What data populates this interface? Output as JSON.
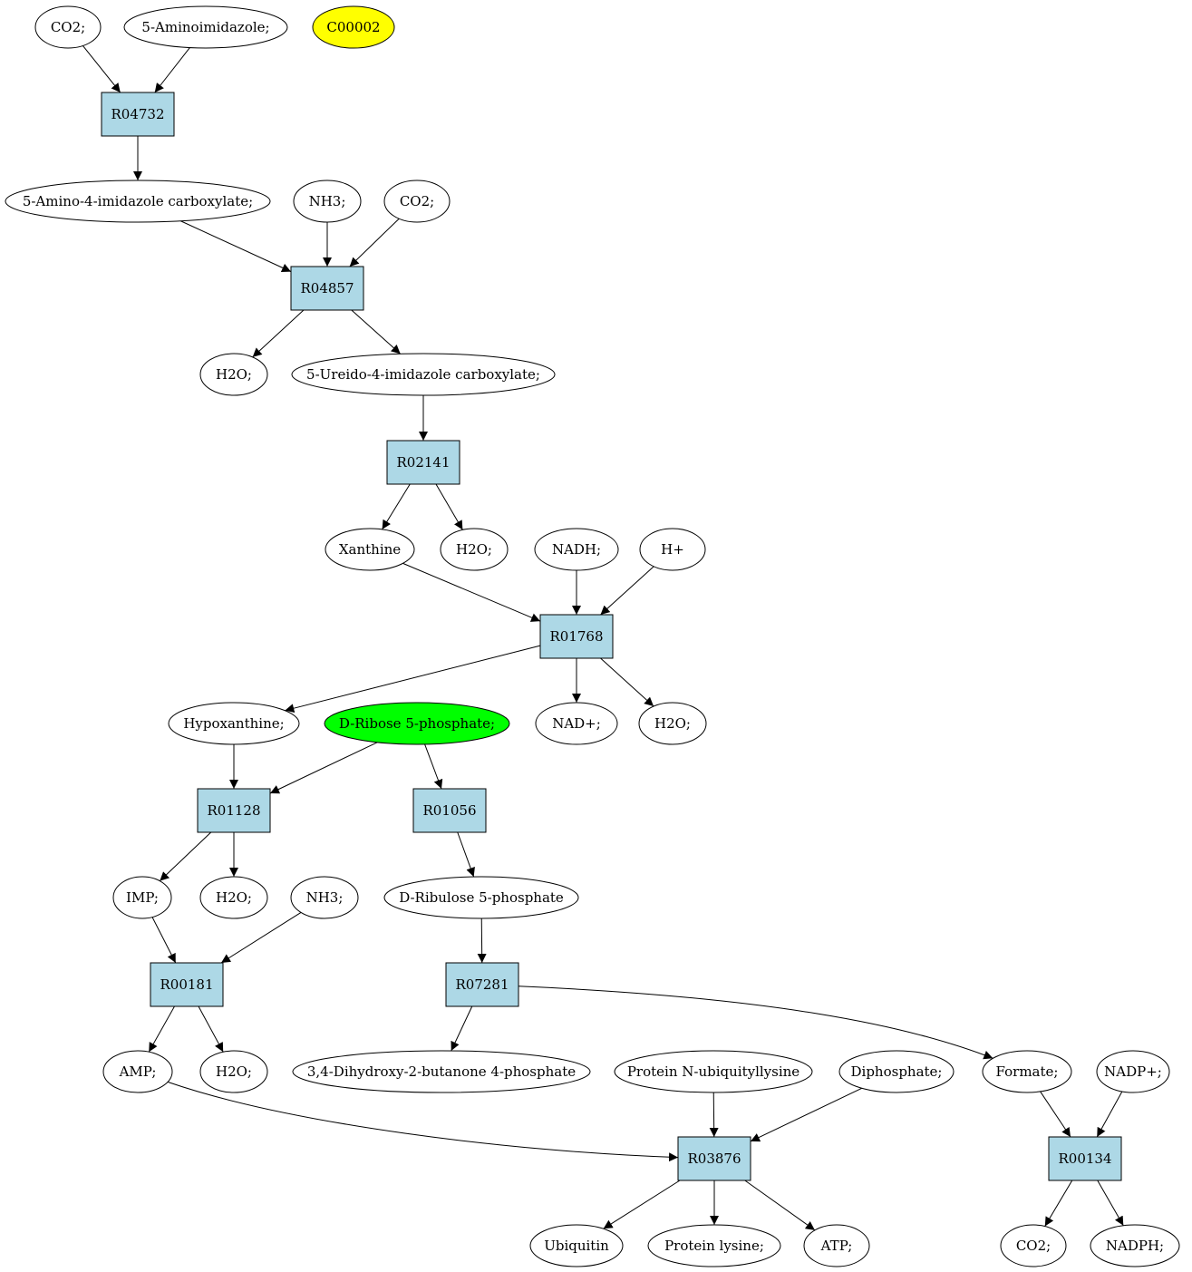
{
  "colors": {
    "reaction_fill": "#add8e6",
    "compound_fill": "#ffffff",
    "highlight_yellow": "#ffff00",
    "highlight_green": "#00ff00",
    "edge": "#000000"
  },
  "nodes": [
    {
      "id": "co2_a",
      "kind": "compound",
      "label": "CO2;"
    },
    {
      "id": "aminoimidazole",
      "kind": "compound",
      "label": "5-Aminoimidazole;"
    },
    {
      "id": "c00002",
      "kind": "compound",
      "label": "C00002",
      "highlight": "yellow"
    },
    {
      "id": "r04732",
      "kind": "reaction",
      "label": "R04732"
    },
    {
      "id": "amino_carboxylate",
      "kind": "compound",
      "label": "5-Amino-4-imidazole carboxylate;"
    },
    {
      "id": "nh3_a",
      "kind": "compound",
      "label": "NH3;"
    },
    {
      "id": "co2_b",
      "kind": "compound",
      "label": "CO2;"
    },
    {
      "id": "r04857",
      "kind": "reaction",
      "label": "R04857"
    },
    {
      "id": "h2o_a",
      "kind": "compound",
      "label": "H2O;"
    },
    {
      "id": "ureido_carboxylate",
      "kind": "compound",
      "label": "5-Ureido-4-imidazole carboxylate;"
    },
    {
      "id": "r02141",
      "kind": "reaction",
      "label": "R02141"
    },
    {
      "id": "xanthine",
      "kind": "compound",
      "label": "Xanthine"
    },
    {
      "id": "h2o_b",
      "kind": "compound",
      "label": "H2O;"
    },
    {
      "id": "nadh",
      "kind": "compound",
      "label": "NADH;"
    },
    {
      "id": "hplus",
      "kind": "compound",
      "label": "H+"
    },
    {
      "id": "r01768",
      "kind": "reaction",
      "label": "R01768"
    },
    {
      "id": "hypoxanthine",
      "kind": "compound",
      "label": "Hypoxanthine;"
    },
    {
      "id": "ribose5p",
      "kind": "compound",
      "label": "D-Ribose 5-phosphate;",
      "highlight": "green"
    },
    {
      "id": "nadplus",
      "kind": "compound",
      "label": "NAD+;"
    },
    {
      "id": "h2o_c",
      "kind": "compound",
      "label": "H2O;"
    },
    {
      "id": "r01128",
      "kind": "reaction",
      "label": "R01128"
    },
    {
      "id": "r01056",
      "kind": "reaction",
      "label": "R01056"
    },
    {
      "id": "imp",
      "kind": "compound",
      "label": "IMP;"
    },
    {
      "id": "h2o_d",
      "kind": "compound",
      "label": "H2O;"
    },
    {
      "id": "nh3_b",
      "kind": "compound",
      "label": "NH3;"
    },
    {
      "id": "ribulose5p",
      "kind": "compound",
      "label": "D-Ribulose 5-phosphate"
    },
    {
      "id": "r00181",
      "kind": "reaction",
      "label": "R00181"
    },
    {
      "id": "r07281",
      "kind": "reaction",
      "label": "R07281"
    },
    {
      "id": "amp",
      "kind": "compound",
      "label": "AMP;"
    },
    {
      "id": "h2o_e",
      "kind": "compound",
      "label": "H2O;"
    },
    {
      "id": "dihydroxybutanone",
      "kind": "compound",
      "label": "3,4-Dihydroxy-2-butanone 4-phosphate"
    },
    {
      "id": "protein_ubiq",
      "kind": "compound",
      "label": "Protein N-ubiquityllysine"
    },
    {
      "id": "diphosphate",
      "kind": "compound",
      "label": "Diphosphate;"
    },
    {
      "id": "formate",
      "kind": "compound",
      "label": "Formate;"
    },
    {
      "id": "nadpplus",
      "kind": "compound",
      "label": "NADP+;"
    },
    {
      "id": "r03876",
      "kind": "reaction",
      "label": "R03876"
    },
    {
      "id": "r00134",
      "kind": "reaction",
      "label": "R00134"
    },
    {
      "id": "ubiquitin",
      "kind": "compound",
      "label": "Ubiquitin"
    },
    {
      "id": "protein_lysine",
      "kind": "compound",
      "label": "Protein lysine;"
    },
    {
      "id": "atp",
      "kind": "compound",
      "label": "ATP;"
    },
    {
      "id": "co2_c",
      "kind": "compound",
      "label": "CO2;"
    },
    {
      "id": "nadph",
      "kind": "compound",
      "label": "NADPH;"
    }
  ],
  "edges": [
    {
      "from": "co2_a",
      "to": "r04732"
    },
    {
      "from": "aminoimidazole",
      "to": "r04732"
    },
    {
      "from": "r04732",
      "to": "amino_carboxylate"
    },
    {
      "from": "amino_carboxylate",
      "to": "r04857"
    },
    {
      "from": "nh3_a",
      "to": "r04857"
    },
    {
      "from": "co2_b",
      "to": "r04857"
    },
    {
      "from": "r04857",
      "to": "h2o_a"
    },
    {
      "from": "r04857",
      "to": "ureido_carboxylate"
    },
    {
      "from": "ureido_carboxylate",
      "to": "r02141"
    },
    {
      "from": "r02141",
      "to": "xanthine"
    },
    {
      "from": "r02141",
      "to": "h2o_b"
    },
    {
      "from": "xanthine",
      "to": "r01768"
    },
    {
      "from": "nadh",
      "to": "r01768"
    },
    {
      "from": "hplus",
      "to": "r01768"
    },
    {
      "from": "r01768",
      "to": "hypoxanthine"
    },
    {
      "from": "r01768",
      "to": "nadplus"
    },
    {
      "from": "r01768",
      "to": "h2o_c"
    },
    {
      "from": "hypoxanthine",
      "to": "r01128"
    },
    {
      "from": "ribose5p",
      "to": "r01128"
    },
    {
      "from": "ribose5p",
      "to": "r01056"
    },
    {
      "from": "r01128",
      "to": "imp"
    },
    {
      "from": "r01128",
      "to": "h2o_d"
    },
    {
      "from": "r01056",
      "to": "ribulose5p"
    },
    {
      "from": "imp",
      "to": "r00181"
    },
    {
      "from": "nh3_b",
      "to": "r00181"
    },
    {
      "from": "ribulose5p",
      "to": "r07281"
    },
    {
      "from": "r00181",
      "to": "amp"
    },
    {
      "from": "r00181",
      "to": "h2o_e"
    },
    {
      "from": "r07281",
      "to": "dihydroxybutanone"
    },
    {
      "from": "r07281",
      "to": "formate"
    },
    {
      "from": "amp",
      "to": "r03876"
    },
    {
      "from": "protein_ubiq",
      "to": "r03876"
    },
    {
      "from": "diphosphate",
      "to": "r03876"
    },
    {
      "from": "formate",
      "to": "r00134"
    },
    {
      "from": "nadpplus",
      "to": "r00134"
    },
    {
      "from": "r03876",
      "to": "ubiquitin"
    },
    {
      "from": "r03876",
      "to": "protein_lysine"
    },
    {
      "from": "r03876",
      "to": "atp"
    },
    {
      "from": "r00134",
      "to": "co2_c"
    },
    {
      "from": "r00134",
      "to": "nadph"
    }
  ]
}
